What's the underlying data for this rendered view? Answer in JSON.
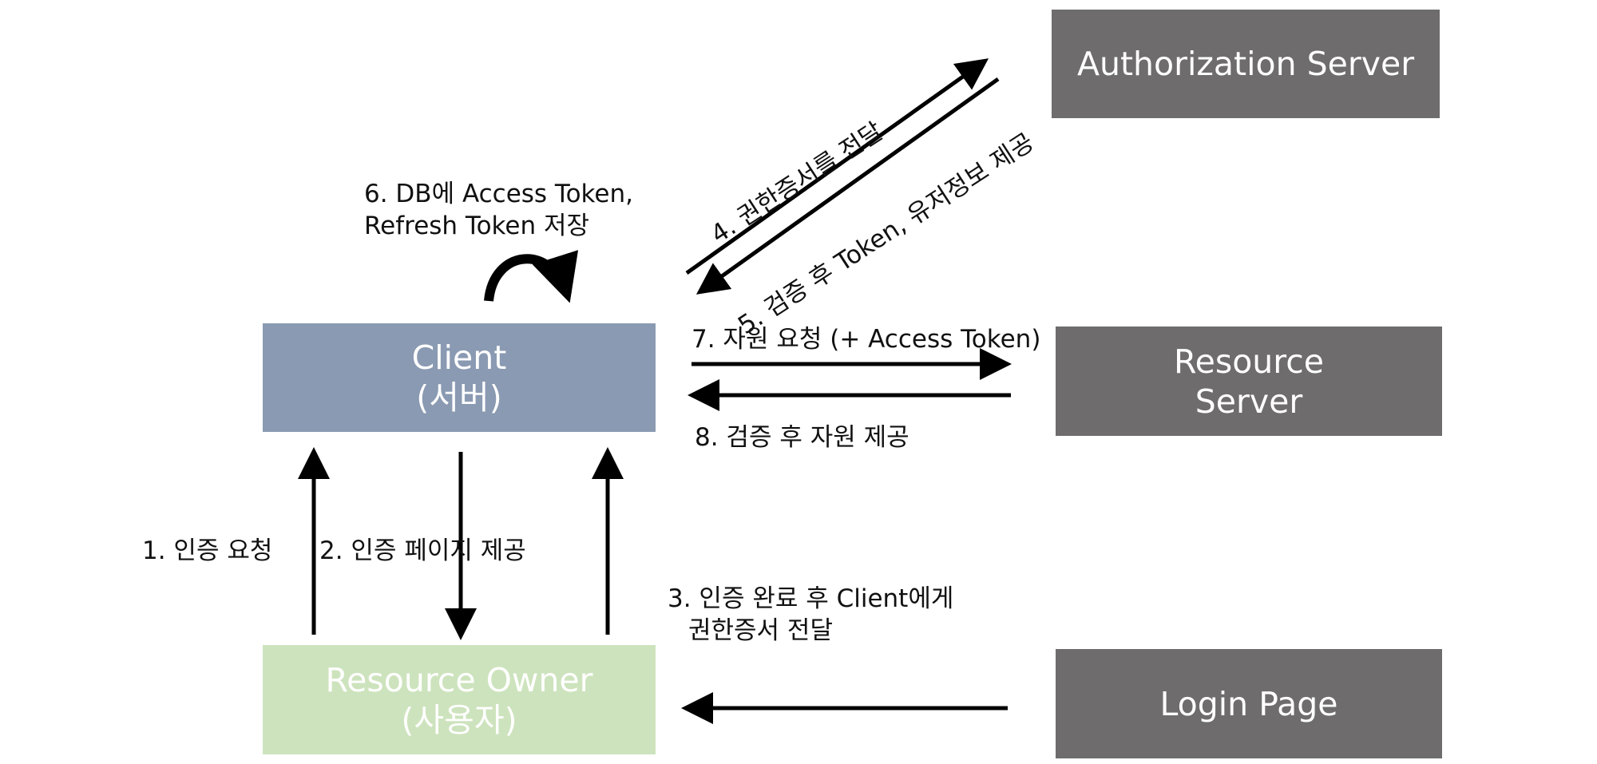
{
  "boxes": {
    "authorization_server": {
      "line1": "Authorization Server"
    },
    "resource_server": {
      "line1": "Resource",
      "line2": "Server"
    },
    "login_page": {
      "line1": "Login Page"
    },
    "client": {
      "line1": "Client",
      "line2": "(서버)"
    },
    "resource_owner": {
      "line1": "Resource Owner",
      "line2": "(사용자)"
    }
  },
  "labels": {
    "step1": "1. 인증 요청",
    "step2": "2. 인증 페이지 제공",
    "step3_line1": "3. 인증 완료 후 Client에게",
    "step3_line2": "권한증서 전달",
    "step4": "4. 권한증서를 전달",
    "step5": "5. 검증 후 Token, 유저정보 제공",
    "step6_line1": "6. DB에 Access Token,",
    "step6_line2": "Refresh Token 저장",
    "step7": "7. 자원 요청 (+ Access Token)",
    "step8": "8. 검증 후 자원 제공"
  },
  "colors": {
    "server_box": "#6e6c6c",
    "client_box": "#8a9ab2",
    "owner_box": "#cde3bd",
    "arrow": "#000000"
  }
}
